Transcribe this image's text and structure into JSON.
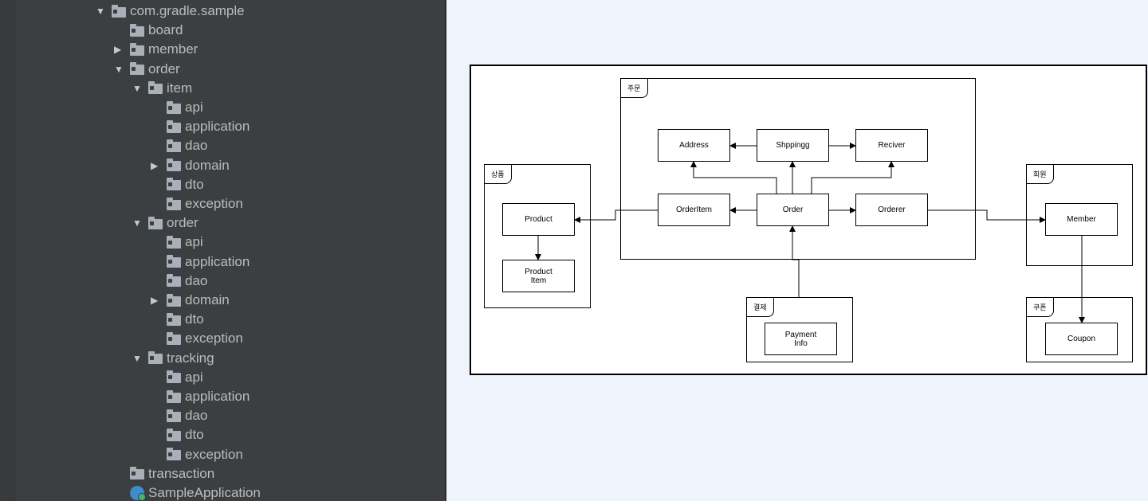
{
  "tree": {
    "items": [
      {
        "label": "com.gradle.sample",
        "depth": 0,
        "arrow": "down",
        "icon": "folder"
      },
      {
        "label": "board",
        "depth": 1,
        "arrow": "none",
        "icon": "folder"
      },
      {
        "label": "member",
        "depth": 1,
        "arrow": "right",
        "icon": "folder"
      },
      {
        "label": "order",
        "depth": 1,
        "arrow": "down",
        "icon": "folder"
      },
      {
        "label": "item",
        "depth": 2,
        "arrow": "down",
        "icon": "folder"
      },
      {
        "label": "api",
        "depth": 3,
        "arrow": "none",
        "icon": "folder"
      },
      {
        "label": "application",
        "depth": 3,
        "arrow": "none",
        "icon": "folder"
      },
      {
        "label": "dao",
        "depth": 3,
        "arrow": "none",
        "icon": "folder"
      },
      {
        "label": "domain",
        "depth": 3,
        "arrow": "right",
        "icon": "folder"
      },
      {
        "label": "dto",
        "depth": 3,
        "arrow": "none",
        "icon": "folder"
      },
      {
        "label": "exception",
        "depth": 3,
        "arrow": "none",
        "icon": "folder"
      },
      {
        "label": "order",
        "depth": 2,
        "arrow": "down",
        "icon": "folder"
      },
      {
        "label": "api",
        "depth": 3,
        "arrow": "none",
        "icon": "folder"
      },
      {
        "label": "application",
        "depth": 3,
        "arrow": "none",
        "icon": "folder"
      },
      {
        "label": "dao",
        "depth": 3,
        "arrow": "none",
        "icon": "folder"
      },
      {
        "label": "domain",
        "depth": 3,
        "arrow": "right",
        "icon": "folder"
      },
      {
        "label": "dto",
        "depth": 3,
        "arrow": "none",
        "icon": "folder"
      },
      {
        "label": "exception",
        "depth": 3,
        "arrow": "none",
        "icon": "folder"
      },
      {
        "label": "tracking",
        "depth": 2,
        "arrow": "down",
        "icon": "folder"
      },
      {
        "label": "api",
        "depth": 3,
        "arrow": "none",
        "icon": "folder"
      },
      {
        "label": "application",
        "depth": 3,
        "arrow": "none",
        "icon": "folder"
      },
      {
        "label": "dao",
        "depth": 3,
        "arrow": "none",
        "icon": "folder"
      },
      {
        "label": "dto",
        "depth": 3,
        "arrow": "none",
        "icon": "folder"
      },
      {
        "label": "exception",
        "depth": 3,
        "arrow": "none",
        "icon": "folder"
      },
      {
        "label": "transaction",
        "depth": 1,
        "arrow": "none",
        "icon": "folder"
      },
      {
        "label": "SampleApplication",
        "depth": 1,
        "arrow": "none",
        "icon": "spring-app-icon"
      }
    ]
  },
  "diagram": {
    "frames": {
      "order": "주문",
      "product": "상품",
      "member": "회원",
      "payment": "결제",
      "coupon": "쿠폰"
    },
    "nodes": {
      "address": "Address",
      "shipping": "Shppingg",
      "receiver": "Reciver",
      "orderitem": "OrderItem",
      "order": "Order",
      "orderer": "Orderer",
      "product": "Product",
      "productitem": "Product\nItem",
      "member": "Member",
      "coupon": "Coupon",
      "payment": "Payment\nInfo"
    }
  }
}
